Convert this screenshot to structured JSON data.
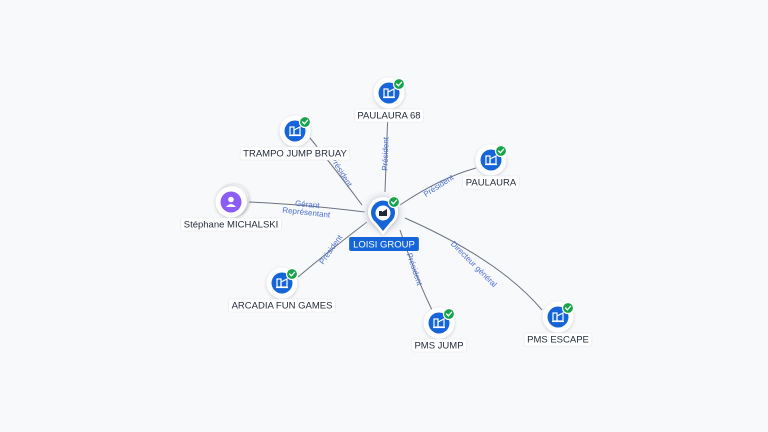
{
  "colors": {
    "company": "#1565d8",
    "person": "#8b5cf6",
    "check": "#16a34a",
    "edge": "#6b7280",
    "edge_label": "#4b6fd1"
  },
  "center": {
    "label": "LOISI GROUP",
    "icon": "building-icon"
  },
  "nodes": [
    {
      "id": "paulaura68",
      "label": "PAULAURA 68",
      "kind": "company",
      "icon": "building-icon",
      "verified": true
    },
    {
      "id": "trampo",
      "label": "TRAMPO JUMP BRUAY",
      "kind": "company",
      "icon": "building-icon",
      "verified": true
    },
    {
      "id": "paulaura",
      "label": "PAULAURA",
      "kind": "company",
      "icon": "building-icon",
      "verified": true
    },
    {
      "id": "michalski",
      "label": "Stéphane MICHALSKI",
      "kind": "person",
      "icon": "person-icon",
      "verified": false
    },
    {
      "id": "arcadia",
      "label": "ARCADIA FUN GAMES",
      "kind": "company",
      "icon": "building-icon",
      "verified": true
    },
    {
      "id": "pmsjump",
      "label": "PMS JUMP",
      "kind": "company",
      "icon": "building-icon",
      "verified": true
    },
    {
      "id": "pmsescape",
      "label": "PMS ESCAPE",
      "kind": "company",
      "icon": "building-icon",
      "verified": true
    }
  ],
  "edges": [
    {
      "to": "paulaura68",
      "labels": [
        "Président"
      ]
    },
    {
      "to": "trampo",
      "labels": [
        "Président"
      ]
    },
    {
      "to": "paulaura",
      "labels": [
        "Président"
      ]
    },
    {
      "to": "michalski",
      "labels": [
        "Gérant",
        "Représentant"
      ]
    },
    {
      "to": "arcadia",
      "labels": [
        "Président"
      ]
    },
    {
      "to": "pmsjump",
      "labels": [
        "Président"
      ]
    },
    {
      "to": "pmsescape",
      "labels": [
        "Directeur général"
      ]
    }
  ]
}
